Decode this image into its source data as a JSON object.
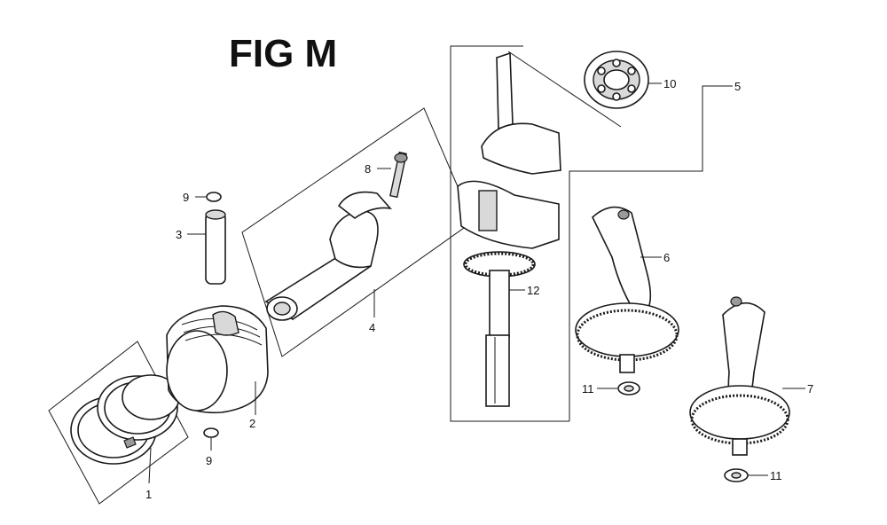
{
  "figure": {
    "title": "FIG M"
  },
  "callouts": [
    {
      "id": "1",
      "part": "piston-ring-set"
    },
    {
      "id": "2",
      "part": "piston"
    },
    {
      "id": "3",
      "part": "piston-pin"
    },
    {
      "id": "4",
      "part": "connecting-rod-assembly"
    },
    {
      "id": "5",
      "part": "crankshaft-assembly"
    },
    {
      "id": "6",
      "part": "crankshaft-with-gear"
    },
    {
      "id": "7",
      "part": "crankshaft-with-gear-alt"
    },
    {
      "id": "8",
      "part": "rod-bolt"
    },
    {
      "id": "9",
      "part": "piston-pin-clip"
    },
    {
      "id": "10",
      "part": "ball-bearing"
    },
    {
      "id": "11",
      "part": "washer"
    },
    {
      "id": "12",
      "part": "crankshaft"
    }
  ],
  "labels": {
    "c1": "1",
    "c2": "2",
    "c3": "3",
    "c4": "4",
    "c5": "5",
    "c6": "6",
    "c7": "7",
    "c8": "8",
    "c9a": "9",
    "c9b": "9",
    "c10": "10",
    "c11a": "11",
    "c11b": "11",
    "c12": "12"
  }
}
